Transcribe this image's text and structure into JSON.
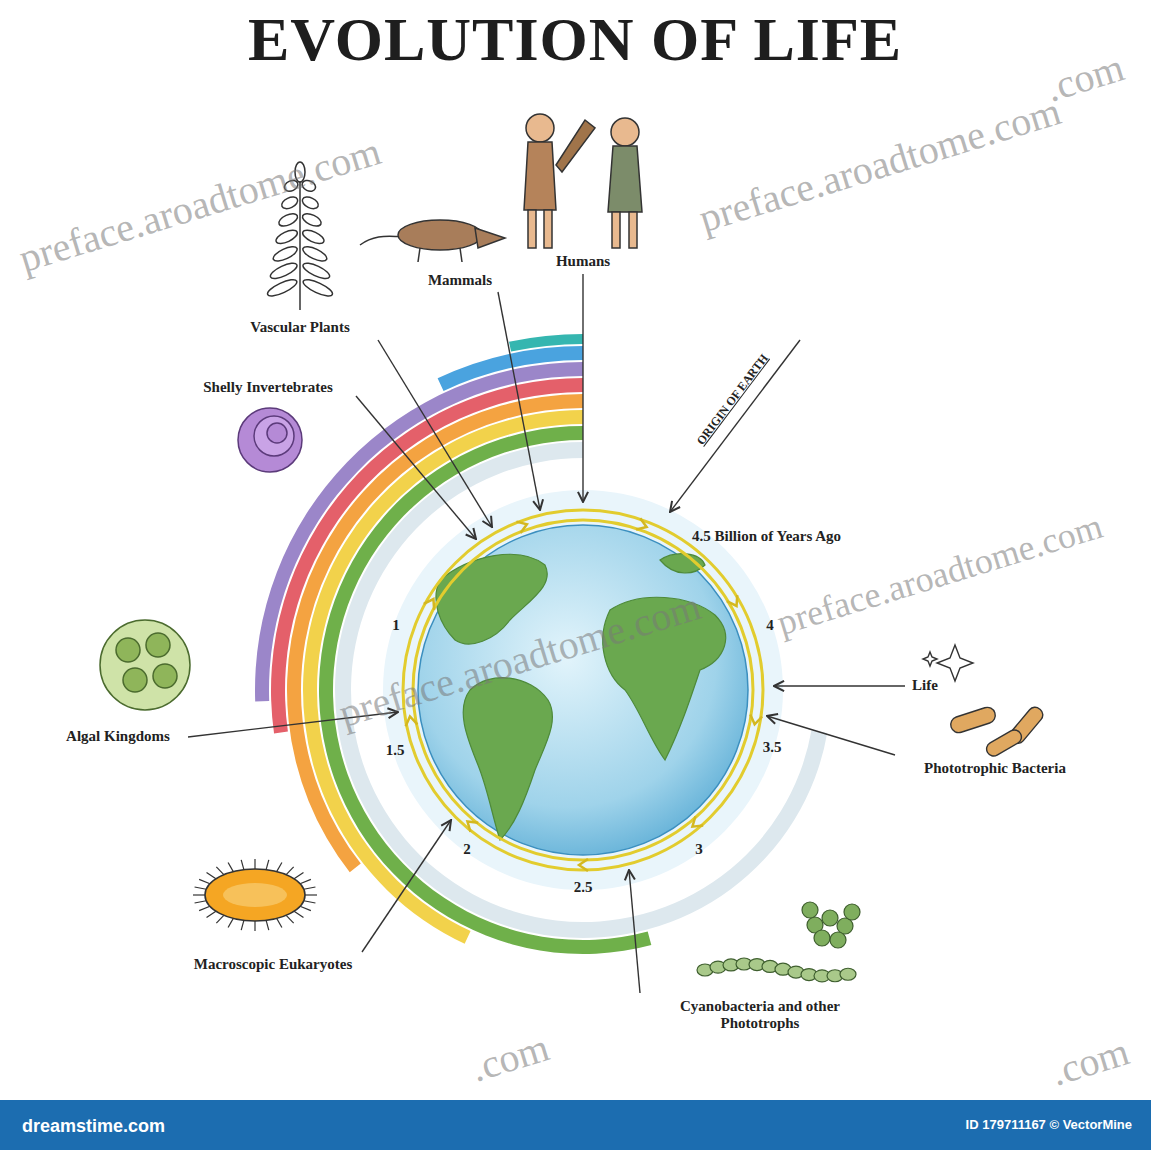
{
  "diagram": {
    "title": "EVOLUTION OF LIFE",
    "labels": [
      "Humans",
      "Mammals",
      "Vascular Plants",
      "Shelly Invertebrates",
      "ORIGIN OF EARTH",
      "4.5 Billion of Years Ago",
      "4",
      "Life",
      "3.5",
      "Phototrophic Bacteria",
      "3",
      "2.5",
      "2",
      "Cyanobacteria and other Phototrophs",
      "Macroscopic Eukaryotes",
      "1.5",
      "Algal Kingdoms",
      "1",
      "preface.aroadtome.com",
      "preface.aroadtome.com",
      "preface.aroadtome.com",
      "preface.aroadtome.com",
      ".com",
      ".com",
      ".com",
      "dreamstime.com",
      "ID 179711167 © VectorMine"
    ]
  }
}
